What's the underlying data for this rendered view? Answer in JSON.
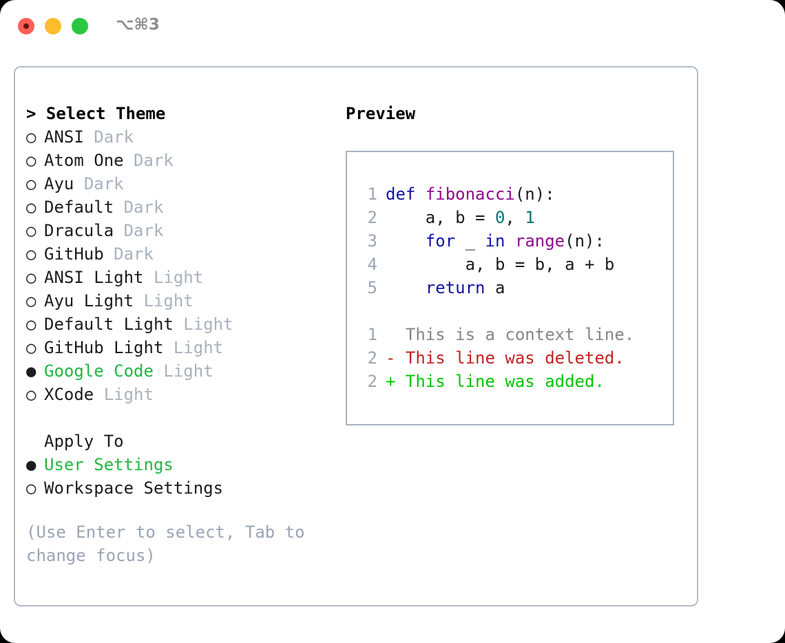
{
  "window": {
    "shortcut": "⌥⌘3",
    "traffic_lights": [
      "close-dot",
      "minimize-dot",
      "maximize-dot"
    ],
    "colors": {
      "close": "#ff5f57",
      "minimize": "#febc2e",
      "maximize": "#28c840",
      "accent_green": "#21b742",
      "muted": "#a9b2bd",
      "hint": "#9aa5b5",
      "border": "#b4bdc9"
    }
  },
  "theme_picker": {
    "heading": "> Select Theme",
    "bullet_unselected": "○",
    "bullet_selected": "●",
    "items": [
      {
        "name": "ANSI",
        "variant": "Dark",
        "selected": false
      },
      {
        "name": "Atom One",
        "variant": "Dark",
        "selected": false
      },
      {
        "name": "Ayu",
        "variant": "Dark",
        "selected": false
      },
      {
        "name": "Default",
        "variant": "Dark",
        "selected": false
      },
      {
        "name": "Dracula",
        "variant": "Dark",
        "selected": false
      },
      {
        "name": "GitHub",
        "variant": "Dark",
        "selected": false
      },
      {
        "name": "ANSI Light",
        "variant": "Light",
        "selected": false
      },
      {
        "name": "Ayu Light",
        "variant": "Light",
        "selected": false
      },
      {
        "name": "Default Light",
        "variant": "Light",
        "selected": false
      },
      {
        "name": "GitHub Light",
        "variant": "Light",
        "selected": false
      },
      {
        "name": "Google Code",
        "variant": "Light",
        "selected": true
      },
      {
        "name": "XCode",
        "variant": "Light",
        "selected": false
      }
    ]
  },
  "apply_to": {
    "heading": "Apply To",
    "items": [
      {
        "name": "User Settings",
        "selected": true
      },
      {
        "name": "Workspace Settings",
        "selected": false
      }
    ]
  },
  "hint": "(Use Enter to select, Tab to change focus)",
  "preview": {
    "title": "Preview",
    "code_lines": [
      {
        "num": "1",
        "tokens": [
          {
            "t": "def",
            "c": "kw"
          },
          {
            "t": " ",
            "c": "pl"
          },
          {
            "t": "fibonacci",
            "c": "fn"
          },
          {
            "t": "(n):",
            "c": "pl"
          }
        ]
      },
      {
        "num": "2",
        "tokens": [
          {
            "t": "    a, b = ",
            "c": "pl"
          },
          {
            "t": "0",
            "c": "num"
          },
          {
            "t": ", ",
            "c": "pl"
          },
          {
            "t": "1",
            "c": "num"
          }
        ]
      },
      {
        "num": "3",
        "tokens": [
          {
            "t": "    ",
            "c": "pl"
          },
          {
            "t": "for",
            "c": "kw"
          },
          {
            "t": " _ ",
            "c": "pl"
          },
          {
            "t": "in",
            "c": "kw"
          },
          {
            "t": " ",
            "c": "pl"
          },
          {
            "t": "range",
            "c": "fn"
          },
          {
            "t": "(n):",
            "c": "pl"
          }
        ]
      },
      {
        "num": "4",
        "tokens": [
          {
            "t": "        a, b = b, a + b",
            "c": "pl"
          }
        ]
      },
      {
        "num": "5",
        "tokens": [
          {
            "t": "    ",
            "c": "pl"
          },
          {
            "t": "return",
            "c": "kw"
          },
          {
            "t": " a",
            "c": "pl"
          }
        ]
      }
    ],
    "diff_lines": [
      {
        "num": "1",
        "sign": " ",
        "text": "This is a context line.",
        "kind": "ctx"
      },
      {
        "num": "2",
        "sign": "-",
        "text": "This line was deleted.",
        "kind": "del"
      },
      {
        "num": "2",
        "sign": "+",
        "text": "This line was added.",
        "kind": "add"
      }
    ]
  }
}
